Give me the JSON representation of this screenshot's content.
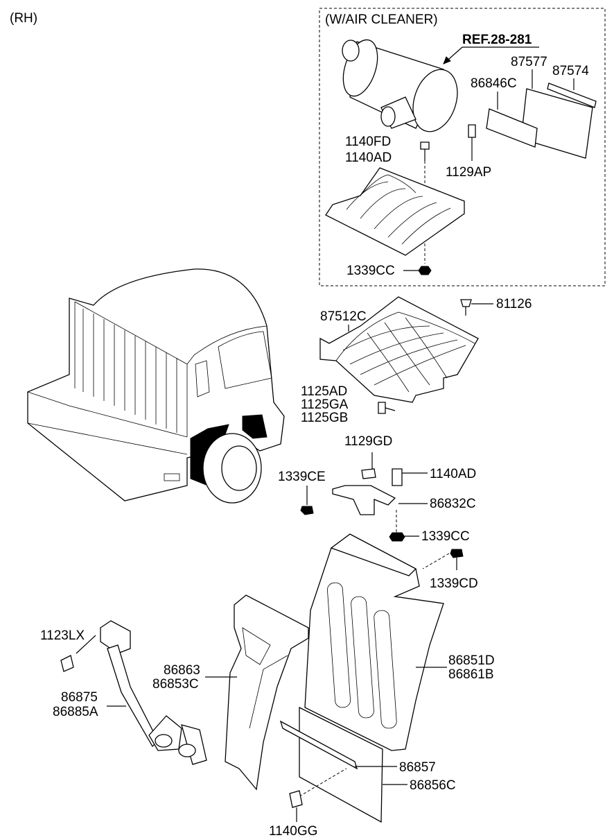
{
  "side_label": "(RH)",
  "inset": {
    "title": "(W/AIR CLEANER)",
    "ref": "REF.28-281",
    "parts": {
      "p87577": "87577",
      "p87574": "87574",
      "p86846C": "86846C",
      "p1140FD": "1140FD",
      "p1140AD": "1140AD",
      "p1129AP": "1129AP",
      "p1339CC": "1339CC"
    }
  },
  "parts": {
    "p87512C": "87512C",
    "p81126": "81126",
    "p1125AD": "1125AD",
    "p1125GA": "1125GA",
    "p1125GB": "1125GB",
    "p1129GD": "1129GD",
    "p1339CE": "1339CE",
    "p1140AD": "1140AD",
    "p86832C": "86832C",
    "p1339CC": "1339CC",
    "p1339CD": "1339CD",
    "p1123LX": "1123LX",
    "p86863": "86863",
    "p86853C": "86853C",
    "p86851D": "86851D",
    "p86861B": "86861B",
    "p86875": "86875",
    "p86885A": "86885A",
    "p86857": "86857",
    "p86856C": "86856C",
    "p1140GG": "1140GG"
  }
}
